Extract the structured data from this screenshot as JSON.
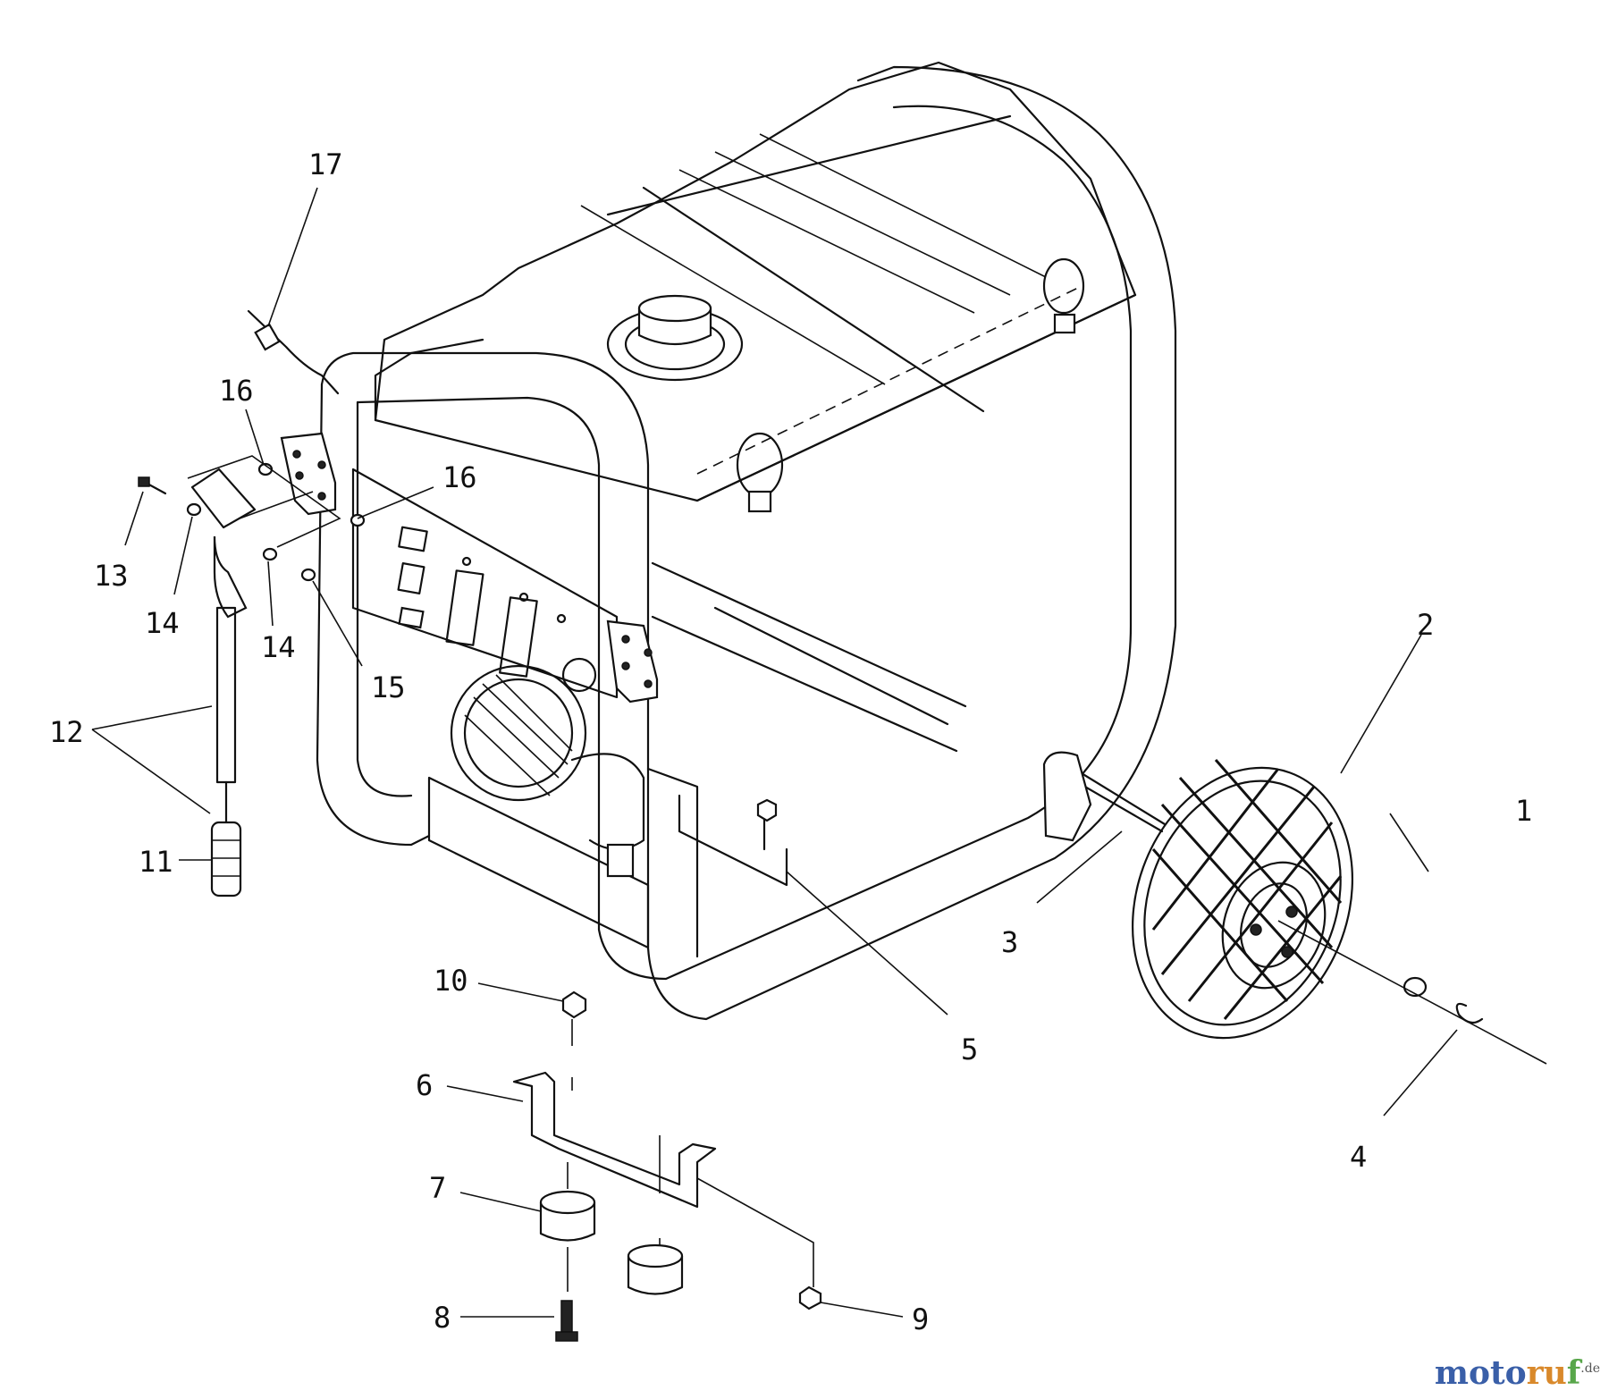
{
  "callouts": [
    {
      "id": "1",
      "label": "1"
    },
    {
      "id": "2",
      "label": "2"
    },
    {
      "id": "3",
      "label": "3"
    },
    {
      "id": "4",
      "label": "4"
    },
    {
      "id": "5",
      "label": "5"
    },
    {
      "id": "6",
      "label": "6"
    },
    {
      "id": "7",
      "label": "7"
    },
    {
      "id": "8",
      "label": "8"
    },
    {
      "id": "9",
      "label": "9"
    },
    {
      "id": "10",
      "label": "10"
    },
    {
      "id": "11",
      "label": "11"
    },
    {
      "id": "12",
      "label": "12"
    },
    {
      "id": "13",
      "label": "13"
    },
    {
      "id": "14a",
      "label": "14"
    },
    {
      "id": "14b",
      "label": "14"
    },
    {
      "id": "15",
      "label": "15"
    },
    {
      "id": "16a",
      "label": "16"
    },
    {
      "id": "16b",
      "label": "16"
    },
    {
      "id": "17",
      "label": "17"
    }
  ],
  "watermark": {
    "part1": "moto",
    "part2": "ru",
    "part3": "f",
    "suffix": ".de"
  }
}
